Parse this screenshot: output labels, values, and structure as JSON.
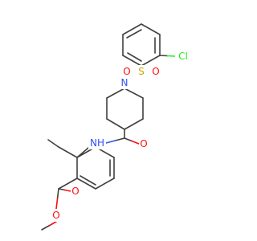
{
  "molecule": {
    "colors": {
      "carbon": "#404040",
      "oxygen": "#ff0d0d",
      "nitrogen": "#3050f8",
      "sulfur": "#c8a800",
      "chlorine": "#1ff01f",
      "background": "#ffffff"
    },
    "labels": {
      "cl": "Cl",
      "s": "S",
      "o_sulfonyl_left": "O",
      "o_sulfonyl_right": "O",
      "n_piperidine": "N",
      "o_amide": "O",
      "nh_amide": "NH",
      "o_ester_carbonyl": "O",
      "o_ester_single": "O"
    }
  }
}
